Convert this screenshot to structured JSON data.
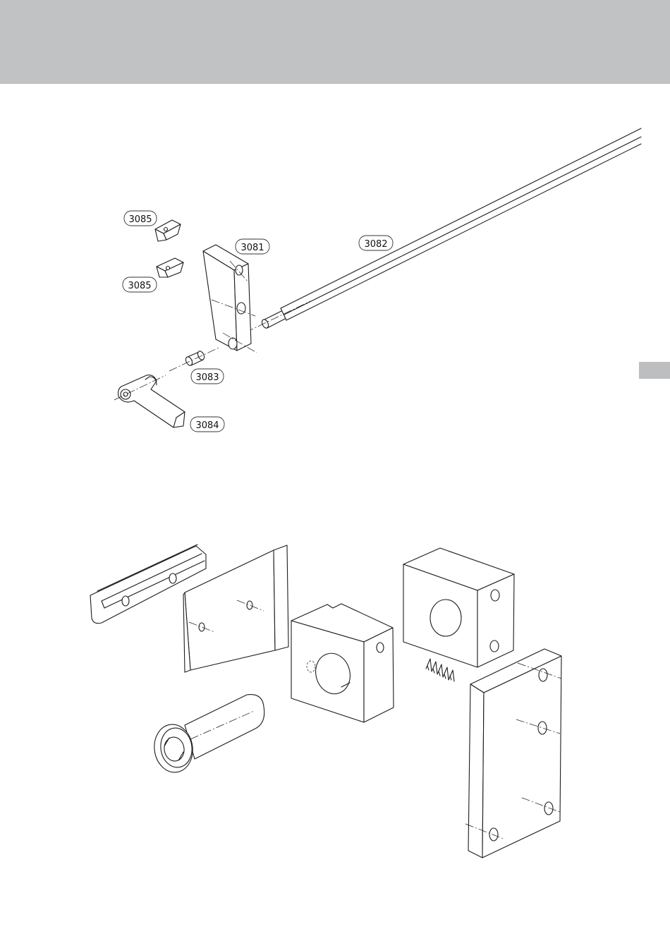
{
  "callouts": {
    "c3085a": "3085",
    "c3085b": "3085",
    "c3081": "3081",
    "c3082": "3082",
    "c3083": "3083",
    "c3084": "3084"
  },
  "colors": {
    "header_band": "#c1c2c3",
    "side_tab": "#bdbec0",
    "line": "#1c1c1c"
  }
}
